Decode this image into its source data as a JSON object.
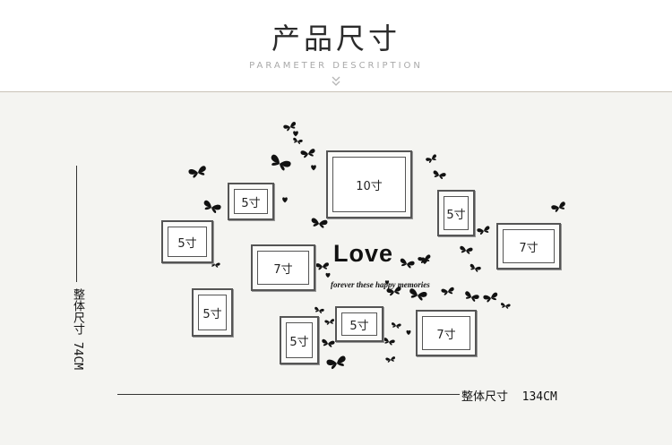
{
  "header": {
    "title": "产品尺寸",
    "subtitle": "PARAMETER DESCRIPTION",
    "chevron_icon": "double-chevron-down-icon"
  },
  "frames": [
    {
      "label": "10寸"
    },
    {
      "label": "5寸"
    },
    {
      "label": "5寸"
    },
    {
      "label": "5寸"
    },
    {
      "label": "7寸"
    },
    {
      "label": "7寸"
    },
    {
      "label": "5寸"
    },
    {
      "label": "5寸"
    },
    {
      "label": "5寸"
    },
    {
      "label": "7寸"
    }
  ],
  "decal": {
    "headline": "Love",
    "tagline": "forever these happy memories",
    "decoration_icon": "butterfly-icon"
  },
  "dimensions": {
    "height_label": "整体尺寸 74CM",
    "width_label": "整体尺寸  134CM"
  },
  "colors": {
    "background": "#ffffff",
    "panel": "#f4f4f1",
    "frame_border": "#555555",
    "butterfly": "#111111"
  }
}
